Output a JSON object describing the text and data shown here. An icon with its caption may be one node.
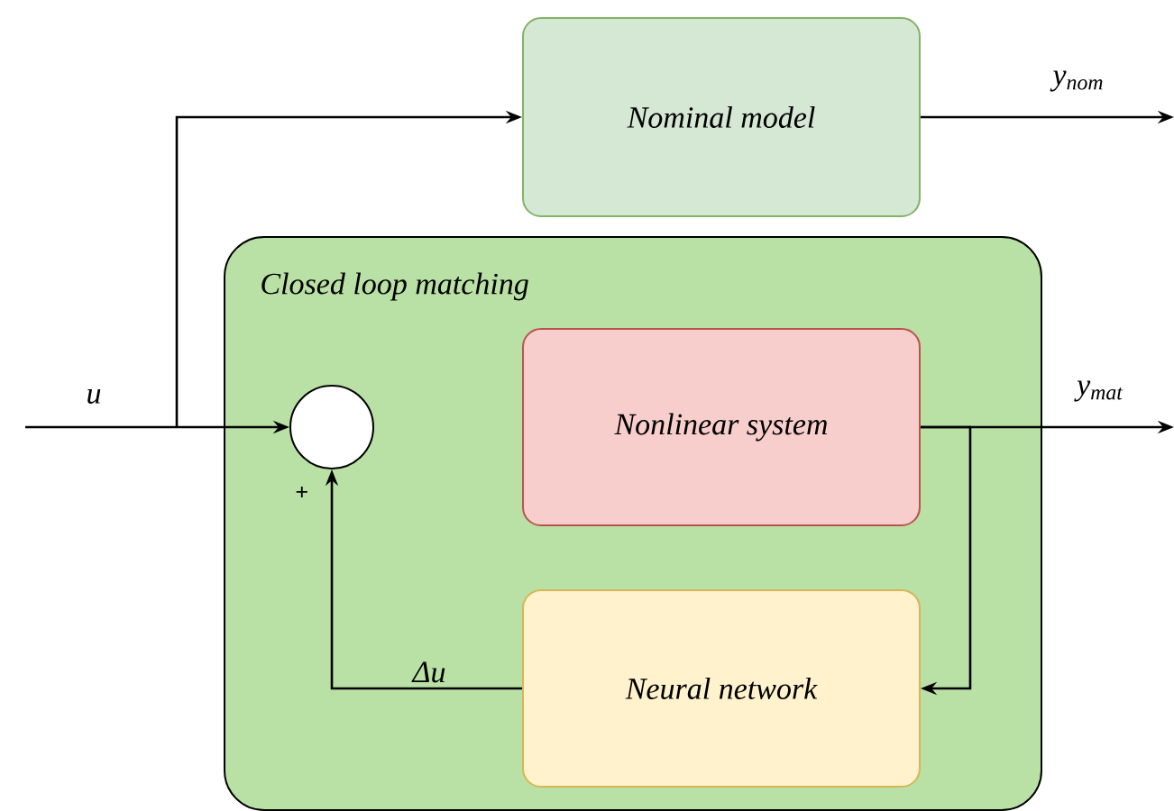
{
  "diagram": {
    "nodes": [
      {
        "text": [
          "Closed loop matching"
        ]
      },
      {
        "text": [
          "Nominal model"
        ]
      },
      {
        "text": [],
        "shape": "circle",
        "in": 0,
        "beside": [
          "+"
        ]
      },
      {
        "text": [
          "Nonlinear system"
        ],
        "in": 0
      },
      {
        "text": [
          "Neural network"
        ],
        "in": 0
      }
    ],
    "edges": [
      {
        "from": null,
        "to": 2,
        "arrow": "to",
        "label": "u"
      },
      {
        "from": null,
        "to": 1,
        "arrow": "to"
      },
      {
        "from": 1,
        "to": null,
        "arrow": "to",
        "label": "y$_{nom}$"
      },
      {
        "from": 3,
        "to": null,
        "arrow": "to",
        "label": "y$_{mat}$"
      },
      {
        "from": 3,
        "to": 4,
        "arrow": "to"
      },
      {
        "from": 4,
        "to": 2,
        "arrow": "to",
        "label": "Δu"
      }
    ]
  }
}
